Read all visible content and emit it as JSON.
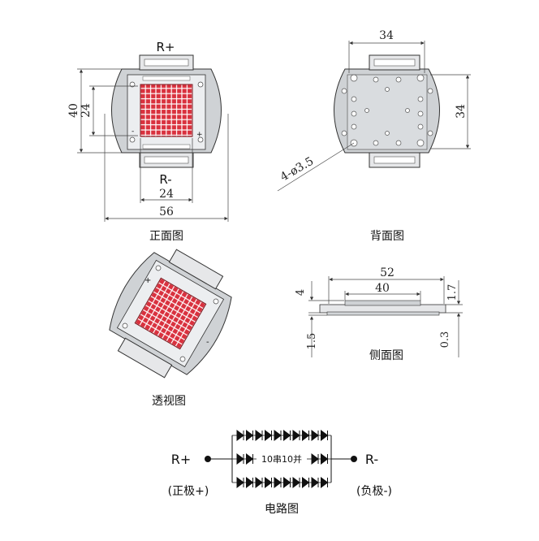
{
  "front_view": {
    "caption": "正面图",
    "top_label": "R+",
    "bottom_label": "R-",
    "minus_mark": "-",
    "plus_mark": "+",
    "dim_height_outer": "40",
    "dim_height_inner": "24",
    "dim_width_inner": "24",
    "dim_width_outer": "56"
  },
  "back_view": {
    "caption": "背面图",
    "dim_width": "34",
    "dim_height": "34",
    "hole_note": "4-ø3.5"
  },
  "perspective_view": {
    "caption": "透视图",
    "plus_mark": "+",
    "minus_mark": "-"
  },
  "side_view": {
    "caption": "侧面图",
    "dim_outer_width": "52",
    "dim_inner_width": "40",
    "dim_height": "4",
    "dim_base": "1.5",
    "dim_right_top": "1.7",
    "dim_right_bottom": "0.3"
  },
  "circuit": {
    "caption": "电路图",
    "left_label": "R+",
    "right_label": "R-",
    "left_sub": "(正极+)",
    "right_sub": "(负极-)",
    "center_text": "10串10并"
  },
  "colors": {
    "led_red": "#d9313e",
    "plate_gray": "#c8cbcf",
    "plate_light": "#e4e6e8"
  }
}
